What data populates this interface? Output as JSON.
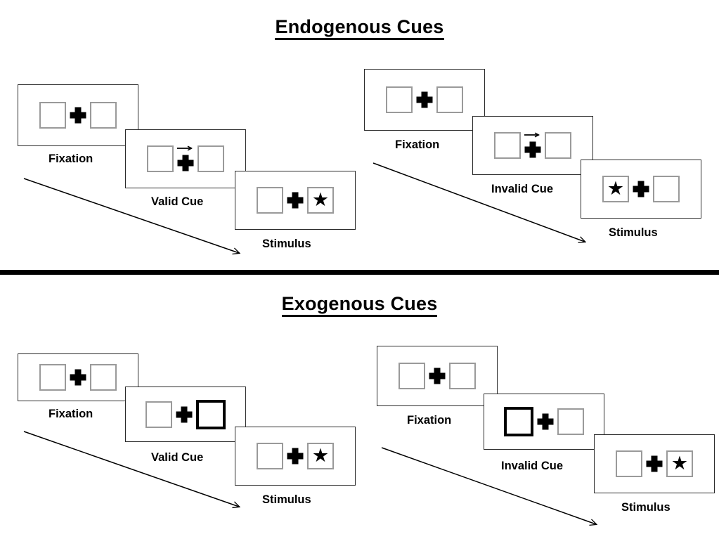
{
  "figure": {
    "type": "posner-cueing-paradigm",
    "background": "#ffffff",
    "panel_border_color": "#2b2b2b",
    "box_border_color": "#9a9a9a",
    "cued_box_border_color": "#000000",
    "divider_color": "#000000"
  },
  "sections": [
    {
      "id": "endogenous",
      "title": "Endogenous Cues",
      "cue_type": "arrow",
      "sequences": [
        {
          "id": "endogenous-valid",
          "cue_label": "Valid Cue",
          "frames": [
            {
              "id": "endogenous-valid-fixation",
              "label": "Fixation",
              "left_box": "empty",
              "right_box": "empty",
              "center": "fixation-cross",
              "cue": "none"
            },
            {
              "id": "endogenous-valid-cue",
              "label": "Valid Cue",
              "left_box": "empty",
              "right_box": "empty",
              "center": "fixation-cross",
              "cue": "arrow-right"
            },
            {
              "id": "endogenous-valid-stimulus",
              "label": "Stimulus",
              "left_box": "empty",
              "right_box": "star",
              "center": "fixation-cross",
              "cue": "none"
            }
          ]
        },
        {
          "id": "endogenous-invalid",
          "cue_label": "Invalid Cue",
          "frames": [
            {
              "id": "endogenous-invalid-fixation",
              "label": "Fixation",
              "left_box": "empty",
              "right_box": "empty",
              "center": "fixation-cross",
              "cue": "none"
            },
            {
              "id": "endogenous-invalid-cue",
              "label": "Invalid Cue",
              "left_box": "empty",
              "right_box": "empty",
              "center": "fixation-cross",
              "cue": "arrow-right"
            },
            {
              "id": "endogenous-invalid-stimulus",
              "label": "Stimulus",
              "left_box": "star",
              "right_box": "empty",
              "center": "fixation-cross",
              "cue": "none"
            }
          ]
        }
      ]
    },
    {
      "id": "exogenous",
      "title": "Exogenous Cues",
      "cue_type": "box-flash",
      "sequences": [
        {
          "id": "exogenous-valid",
          "cue_label": "Valid Cue",
          "frames": [
            {
              "id": "exogenous-valid-fixation",
              "label": "Fixation",
              "left_box": "empty",
              "right_box": "empty",
              "center": "fixation-cross",
              "cue": "none"
            },
            {
              "id": "exogenous-valid-cue",
              "label": "Valid Cue",
              "left_box": "empty",
              "right_box": "cued",
              "center": "fixation-cross",
              "cue": "right-box-highlight"
            },
            {
              "id": "exogenous-valid-stimulus",
              "label": "Stimulus",
              "left_box": "empty",
              "right_box": "star",
              "center": "fixation-cross",
              "cue": "none"
            }
          ]
        },
        {
          "id": "exogenous-invalid",
          "cue_label": "Invalid Cue",
          "frames": [
            {
              "id": "exogenous-invalid-fixation",
              "label": "Fixation",
              "left_box": "empty",
              "right_box": "empty",
              "center": "fixation-cross",
              "cue": "none"
            },
            {
              "id": "exogenous-invalid-cue",
              "label": "Invalid Cue",
              "left_box": "cued",
              "right_box": "empty",
              "center": "fixation-cross",
              "cue": "left-box-highlight"
            },
            {
              "id": "exogenous-invalid-stimulus",
              "label": "Stimulus",
              "left_box": "empty",
              "right_box": "star",
              "center": "fixation-cross",
              "cue": "none"
            }
          ]
        }
      ]
    }
  ],
  "timeline_arrows": [
    {
      "id": "timeline-endogenous-valid",
      "direction": "down-right"
    },
    {
      "id": "timeline-endogenous-invalid",
      "direction": "down-right"
    },
    {
      "id": "timeline-exogenous-valid",
      "direction": "down-right"
    },
    {
      "id": "timeline-exogenous-invalid",
      "direction": "down-right"
    }
  ],
  "glyphs": {
    "star": "★"
  }
}
